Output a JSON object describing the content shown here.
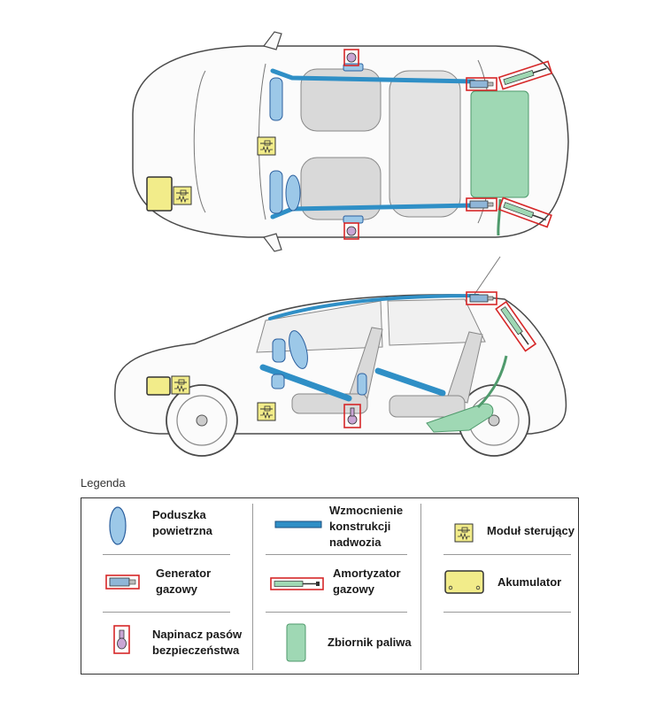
{
  "legend": {
    "title": "Legenda",
    "items": [
      {
        "id": "airbag",
        "label_lines": [
          "Poduszka",
          "powietrzna"
        ],
        "icon": "airbag-icon"
      },
      {
        "id": "generator",
        "label_lines": [
          "Generator",
          "gazowy"
        ],
        "icon": "gas-generator-icon"
      },
      {
        "id": "pretensioner",
        "label_lines": [
          "Napinacz pasów",
          "bezpieczeństwa"
        ],
        "icon": "seatbelt-pretensioner-icon"
      },
      {
        "id": "reinforcement",
        "label_lines": [
          "Wzmocnienie",
          "konstrukcji",
          "nadwozia"
        ],
        "icon": "body-reinforcement-icon"
      },
      {
        "id": "gas_strut",
        "label_lines": [
          "Amortyzator",
          "gazowy"
        ],
        "icon": "gas-strut-icon"
      },
      {
        "id": "fuel_tank",
        "label_lines": [
          "Zbiornik paliwa"
        ],
        "icon": "fuel-tank-icon"
      },
      {
        "id": "control_module",
        "label_lines": [
          "Moduł sterujący"
        ],
        "icon": "control-module-icon"
      },
      {
        "id": "battery",
        "label_lines": [
          "Akumulator"
        ],
        "icon": "battery-icon"
      }
    ]
  },
  "colors": {
    "airbag": "#9cc8e8",
    "airbag_stroke": "#2b5f9e",
    "reinforcement": "#2f8fc6",
    "reinforcement_stroke": "#1b4f7f",
    "control_module": "#f2ec8a",
    "battery": "#f2ec8a",
    "fuel_tank": "#9fd8b4",
    "highlight_box": "#d62728",
    "pretensioner": "#c9a5d4",
    "car_outline": "#4a4a4a"
  }
}
